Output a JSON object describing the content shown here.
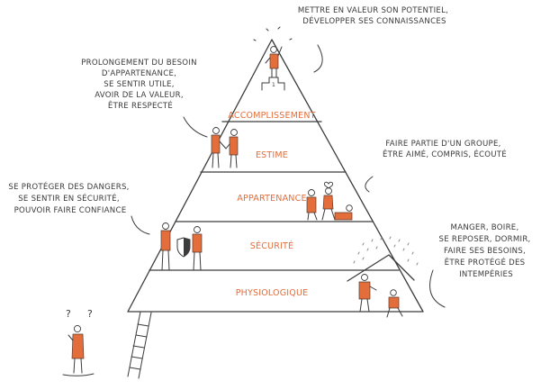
{
  "colors": {
    "accent": "#e36d3b",
    "ink": "#3c3c3c"
  },
  "levels": {
    "accomplissement": "ACCOMPLISSEMENT",
    "estime": "ESTIME",
    "appartenance": "APPARTENANCE",
    "securite": "SÉCURITÉ",
    "physiologique": "PHYSIOLOGIQUE"
  },
  "notes": {
    "top": [
      "METTRE EN VALEUR SON POTENTIEL,",
      "DÉVELOPPER SES CONNAISSANCES"
    ],
    "estime": [
      "PROLONGEMENT DU BESOIN",
      "D'APPARTENANCE,",
      "SE SENTIR UTILE,",
      "AVOIR DE LA VALEUR,",
      "ÊTRE RESPECTÉ"
    ],
    "appartenance": [
      "FAIRE PARTIE D'UN GROUPE,",
      "ÊTRE AIMÉ, COMPRIS, ÉCOUTÉ"
    ],
    "securite": [
      "SE PROTÉGER DES DANGERS,",
      "SE SENTIR EN SÉCURITÉ,",
      "POUVOIR FAIRE CONFIANCE"
    ],
    "physiologique": [
      "MANGER, BOIRE,",
      "SE REPOSER, DORMIR,",
      "FAIRE SES BESOINS,",
      "ÊTRE PROTÉGÉ DES",
      "INTEMPÉRIES"
    ]
  },
  "marks": {
    "question": "?",
    "podium_number": "1"
  },
  "icons": [
    "question-mark-icon",
    "shield-icon",
    "heart-icon",
    "podium-icon",
    "rain-icon"
  ]
}
